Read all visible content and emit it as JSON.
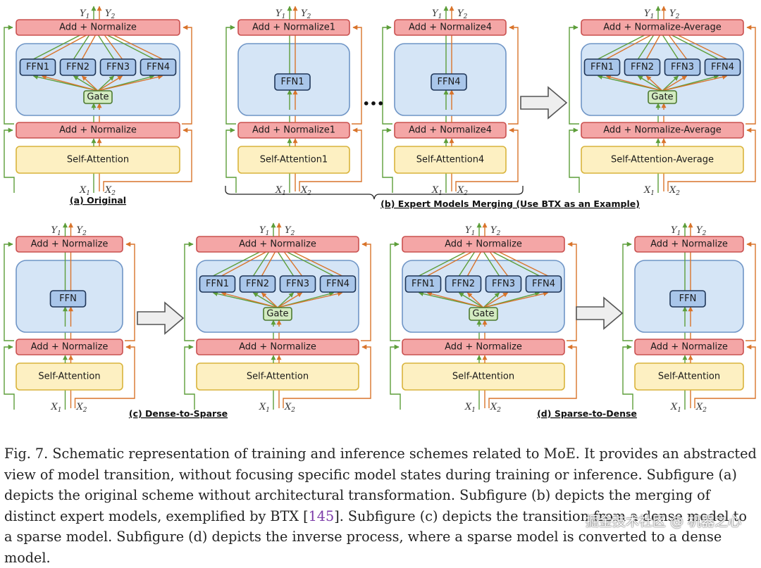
{
  "labels": {
    "add_normalize": "Add + Normalize",
    "add_normalize_1": "Add + Normalize1",
    "add_normalize_4": "Add + Normalize4",
    "add_normalize_avg": "Add + Normalize-Average",
    "self_attention": "Self-Attention",
    "self_attention_1": "Self-Attention1",
    "self_attention_4": "Self-Attention4",
    "self_attention_avg": "Self-Attention-Average",
    "gate": "Gate",
    "ffn": "FFN",
    "ffn1": "FFN1",
    "ffn2": "FFN2",
    "ffn3": "FFN3",
    "ffn4": "FFN4",
    "ellipsis": "•••",
    "var_x": "X",
    "var_y": "Y",
    "sub_1": "1",
    "sub_2": "2"
  },
  "subfigures": {
    "a": "(a) Original",
    "b": "(b) Expert Models Merging (Use BTX as an Example)",
    "c": "(c) Dense-to-Sparse",
    "d": "(d) Sparse-to-Dense"
  },
  "caption": {
    "part1": "Fig. 7.  Schematic representation of training and inference schemes related to MoE. It provides an abstracted view of model transition, without focusing specific model states during training or inference. Subfigure (a) depicts the original scheme without architectural transformation. Subfigure (b) depicts the merging of distinct expert models, exemplified by BTX [",
    "ref": "145",
    "part2": "]. Subfigure (c) depicts the transition from a dense model to a sparse model. Subfigure (d) depicts the inverse process, where a sparse model is converted to a dense model."
  },
  "watermark": "掘金技术社区 @ 机器之心",
  "colors": {
    "green": "#5d9e3a",
    "orange": "#d9742b",
    "norm_fill": "#f4a6a6",
    "norm_stroke": "#c9504f",
    "attn_fill": "#fdf0c2",
    "attn_stroke": "#d9b43c",
    "moe_fill": "#d5e5f6",
    "moe_stroke": "#6f95c6",
    "ffn_fill": "#a9c6ea",
    "ffn_stroke": "#1e3557",
    "gate_fill": "#d3ebc1",
    "gate_stroke": "#4d7a31"
  }
}
